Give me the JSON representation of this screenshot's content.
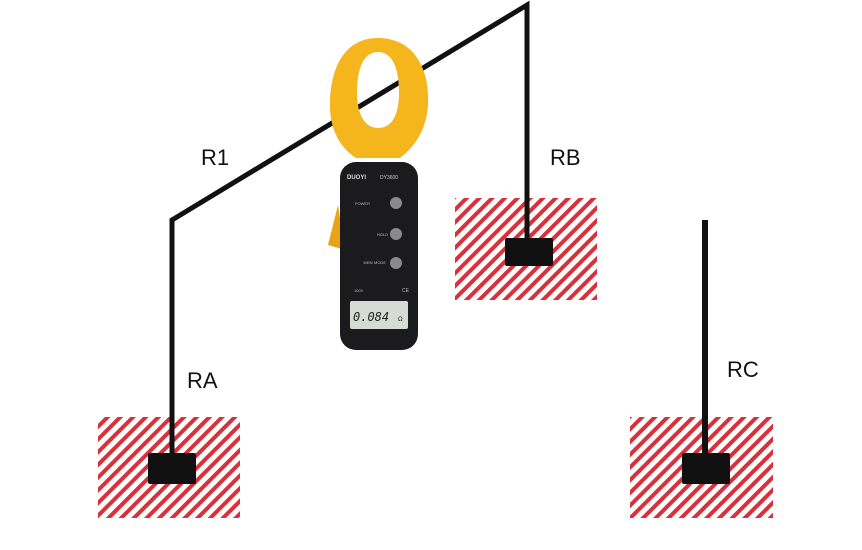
{
  "labels": {
    "r1": "R1",
    "rb": "RB",
    "ra": "RA",
    "rc": "RC"
  },
  "meter": {
    "brand": "DUOYI",
    "model": "DY3600",
    "buttons": [
      "POWER",
      "HOLD",
      "MEM MODE"
    ],
    "rating": "100V",
    "ce": "CE",
    "display": "0.084",
    "unit": "Ω"
  },
  "colors": {
    "wire": "#111111",
    "hatch": "#d9303a",
    "jaw": "#f5b51c",
    "body": "#1b1b1d"
  }
}
